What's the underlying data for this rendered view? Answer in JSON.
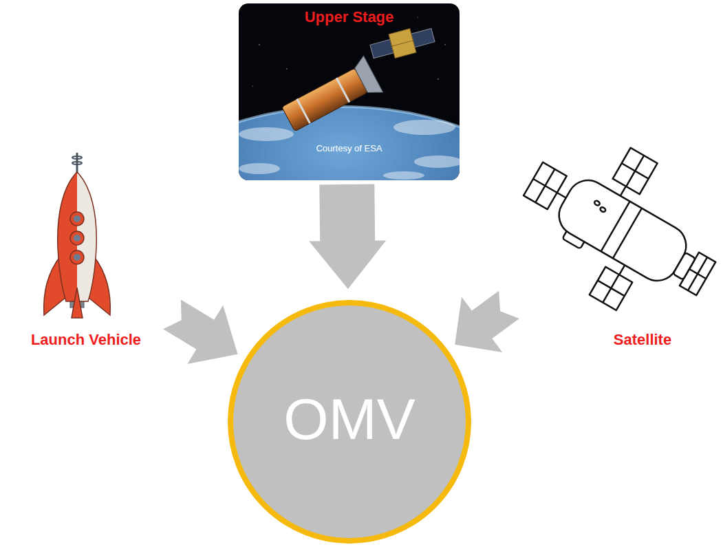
{
  "diagram": {
    "nodes": [
      {
        "text": [
          "Upper Stage",
          "Courtesy of ESA"
        ]
      },
      {
        "text": [
          "Launch Vehicle"
        ]
      },
      {
        "text": [
          "Satellite"
        ]
      },
      {
        "text": [
          "OMV"
        ]
      }
    ],
    "edges": [
      {
        "from": 0,
        "to": 3,
        "arrow": "to"
      },
      {
        "from": 1,
        "to": 3,
        "arrow": "to"
      },
      {
        "from": 2,
        "to": 3,
        "arrow": "to"
      }
    ]
  }
}
